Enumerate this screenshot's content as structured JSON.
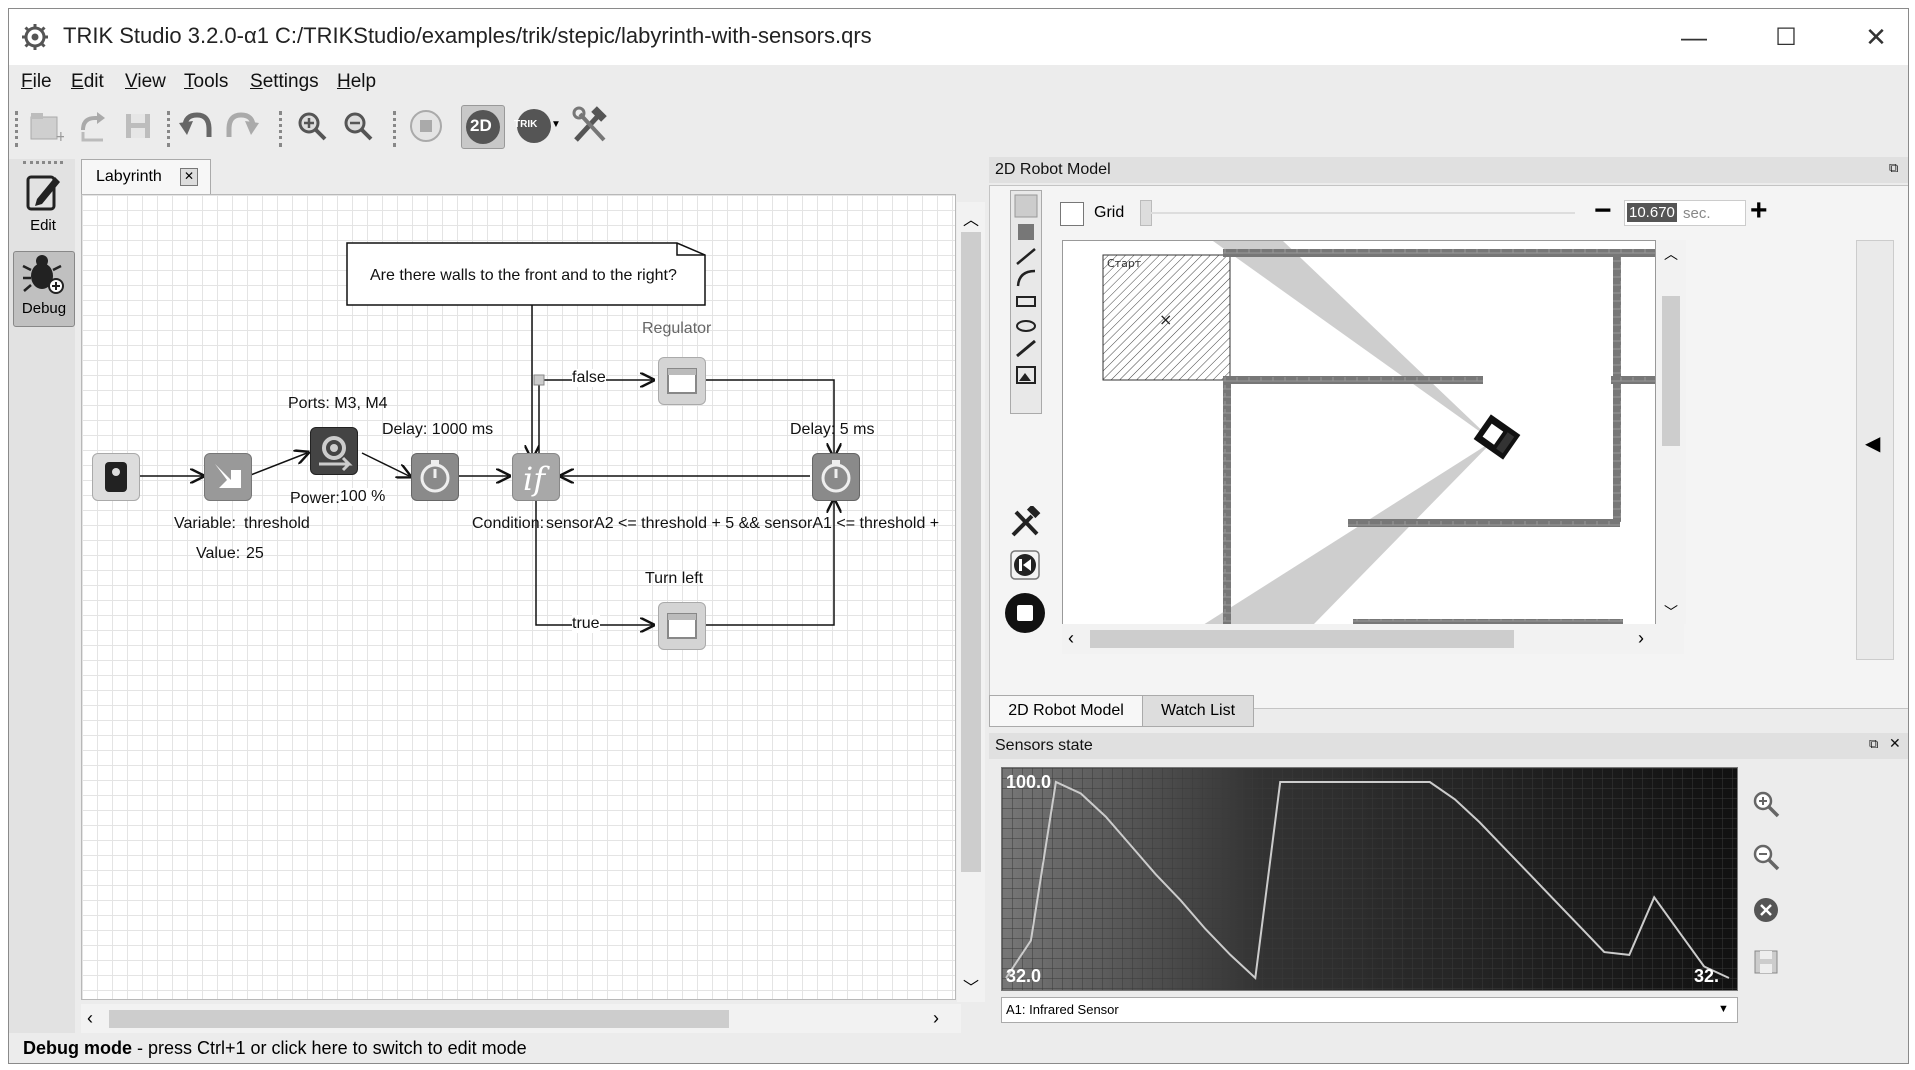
{
  "window": {
    "title": "TRIK Studio 3.2.0-α1 C:/TRIKStudio/examples/trik/stepic/labyrinth-with-sensors.qrs",
    "controls": [
      "—",
      "☐",
      "✕"
    ]
  },
  "menu": {
    "items": [
      {
        "first": "F",
        "rest": "ile"
      },
      {
        "first": "E",
        "rest": "dit"
      },
      {
        "first": "V",
        "rest": "iew"
      },
      {
        "first": "T",
        "rest": "ools"
      },
      {
        "first": "S",
        "rest": "ettings"
      },
      {
        "first": "H",
        "rest": "elp"
      }
    ]
  },
  "toolbar": {
    "mode_2d": "2D",
    "trik": "TRIK"
  },
  "modes": {
    "edit": "Edit",
    "debug": "Debug"
  },
  "editor": {
    "tab": "Labyrinth",
    "comment": "Are there walls to the front and to the right?",
    "labels": {
      "ports": "Ports: M3, M4",
      "power": "Power:",
      "power_value": "100 %",
      "delay1": "Delay: 1000 ms",
      "delay2": "Delay: 5 ms",
      "variable": "Variable:",
      "variable_value": "threshold",
      "value": "Value:",
      "value_value": "25",
      "regulator": "Regulator",
      "false": "false",
      "true": "true",
      "turn_left": "Turn left",
      "condition": "Condition:",
      "condition_value": "sensorA2 <= threshold + 5 && sensorA1 <= threshold +"
    }
  },
  "status": {
    "mode": "Debug mode",
    "hint": " - press Ctrl+1 or click here to switch to edit mode"
  },
  "robot_model": {
    "title": "2D Robot Model",
    "grid_label": "Grid",
    "time_value": "10.670",
    "time_unit": "sec.",
    "start_label": "Старт",
    "tabs": [
      "2D Robot Model",
      "Watch List"
    ]
  },
  "sensors": {
    "title": "Sensors state",
    "max_label": "100.0",
    "min_label": "32.0",
    "min_label_right": "32.",
    "selected_sensor": "A1: Infrared Sensor",
    "reading_series": [
      32,
      45,
      100,
      96,
      88,
      78,
      68,
      59,
      49,
      40,
      32,
      100,
      100,
      100,
      100,
      100,
      100,
      100,
      94,
      86,
      77,
      68,
      59,
      50,
      41,
      40,
      60,
      48,
      36,
      32
    ]
  }
}
